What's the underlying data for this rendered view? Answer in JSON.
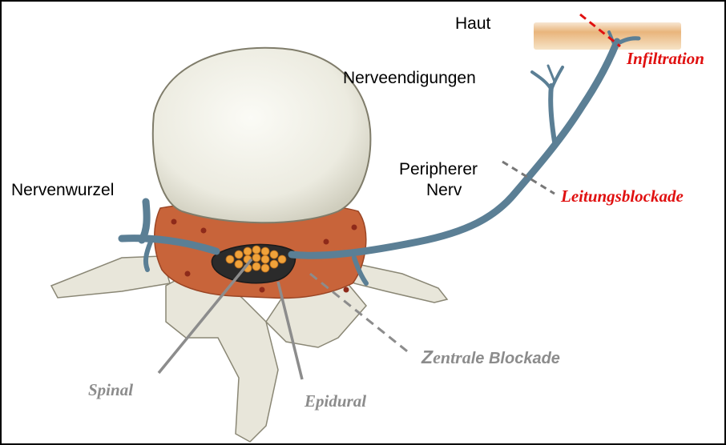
{
  "colors": {
    "nerve": "#5b7f95",
    "nerve_outline": "#3f5f74",
    "red_label": "#e01010",
    "grey_label": "#8c8c8c",
    "dura": "#c8643a",
    "bone": "#f2f1ea",
    "spinal_cord": "#f0a23a"
  },
  "labels": {
    "haut": "Haut",
    "infiltration": "Infiltration",
    "nerveendigungen": "Nerveendigungen",
    "peripherer_nerv_line1": "Peripherer",
    "peripherer_nerv_line2": "Nerv",
    "leitungsblockade": "Leitungsblockade",
    "nervenwurzel": "Nervenwurzel",
    "zentrale_blockade_z": "Z",
    "zentrale_blockade_entra": "entra",
    "zentrale_blockade_rest": "le Blockade",
    "spinal": "Spinal",
    "epidural": "Epidural"
  }
}
